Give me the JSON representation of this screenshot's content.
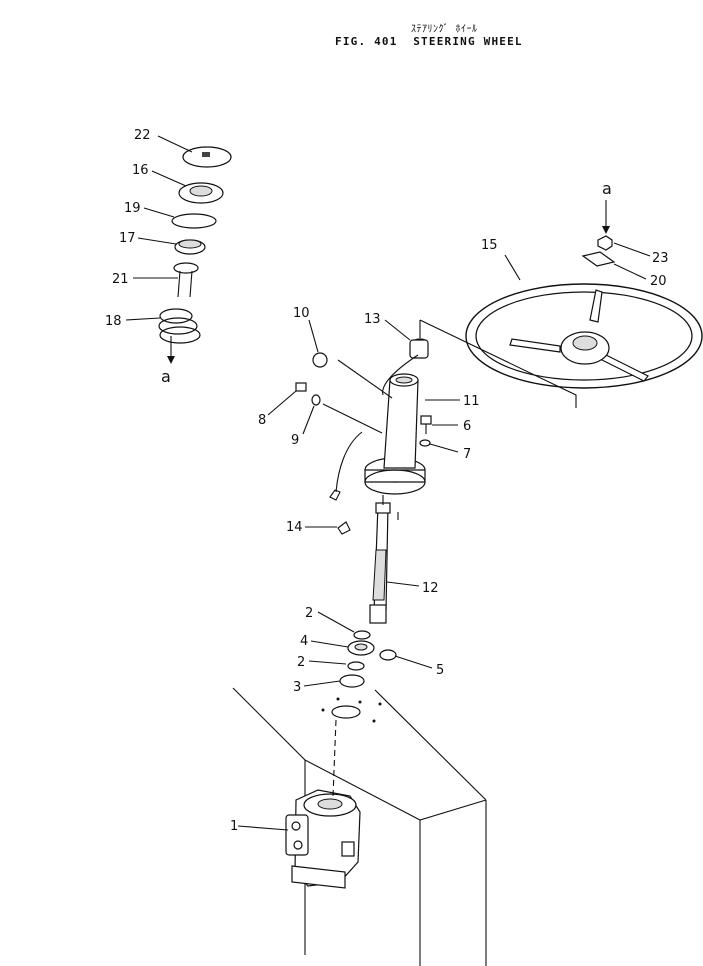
{
  "header": {
    "title_jp": "ｽﾃｱﾘﾝｸﾞ ﾎｲｰﾙ",
    "title_en": "FIG. 401  STEERING WHEEL"
  },
  "callouts": {
    "p1": "1",
    "p2a": "2",
    "p2b": "2",
    "p3": "3",
    "p4": "4",
    "p5": "5",
    "p6": "6",
    "p7": "7",
    "p8": "8",
    "p9": "9",
    "p10": "10",
    "p11": "11",
    "p12": "12",
    "p13": "13",
    "p14": "14",
    "p15": "15",
    "p16": "16",
    "p17": "17",
    "p18": "18",
    "p19": "19",
    "p20": "20",
    "p21": "21",
    "p22": "22",
    "p23": "23"
  },
  "refs": {
    "a_top": "a",
    "a_bottom": "a"
  }
}
